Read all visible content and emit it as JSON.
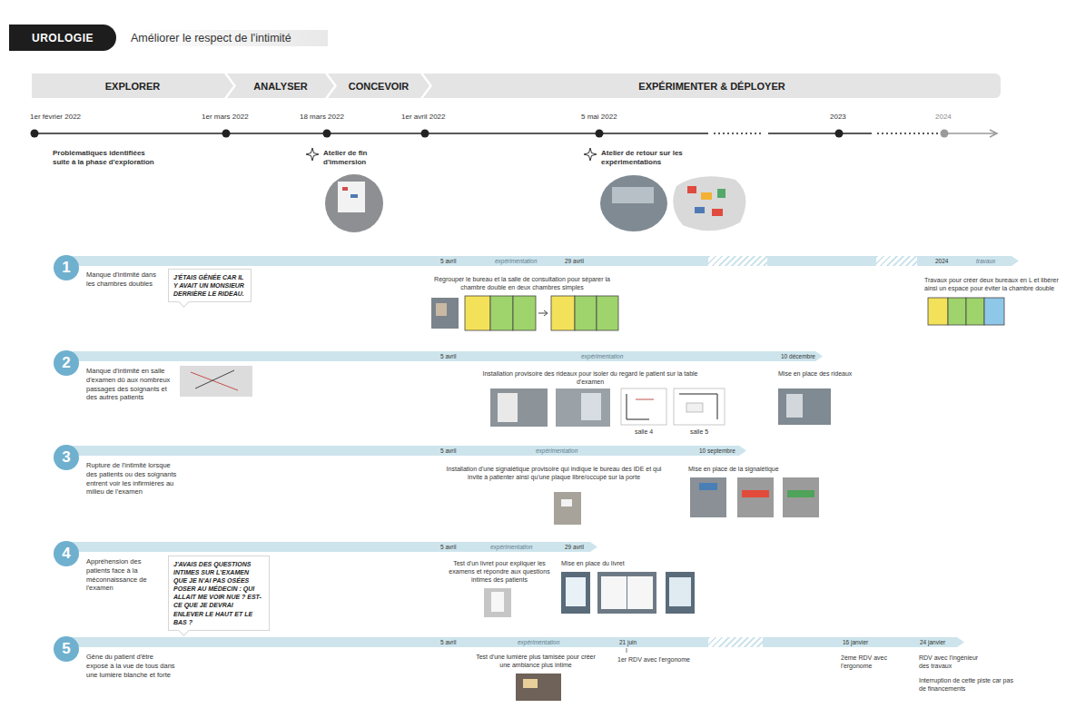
{
  "diagram": {
    "title": "Améliorer le respect de l'intimité",
    "nodes": [
      {
        "text": [
          "UROLOGIE"
        ]
      },
      {
        "text": [
          "EXPLORER"
        ]
      },
      {
        "text": [
          "ANALYSER"
        ]
      },
      {
        "text": [
          "CONCEVOIR"
        ]
      },
      {
        "text": [
          "EXPÉRIMENTER & DÉPLOYER"
        ]
      },
      {
        "text": [
          "1"
        ]
      },
      {
        "text": [
          "5 avril",
          "expérimentation",
          "29 avril",
          "2024",
          "travaux"
        ]
      },
      {
        "text": [
          "J'ÉTAIS GÊNÉE CAR IL Y AVAIT UN MONSIEUR DERRIÈRE LE RIDEAU."
        ]
      },
      {
        "text": [
          "2"
        ]
      },
      {
        "text": [
          "5 avril",
          "expérimentation",
          "10 décembre"
        ]
      },
      {
        "text": [
          "3"
        ]
      },
      {
        "text": [
          "5 avril",
          "expérimentation",
          "10 septembre"
        ]
      },
      {
        "text": [
          "4"
        ]
      },
      {
        "text": [
          "5 avril",
          "expérimentation",
          "29 avril"
        ]
      },
      {
        "text": [
          "J'AVAIS DES QUESTIONS INTIMES SUR L'EXAMEN QUE JE N'AI PAS OSÉES POSER AU MÉDECIN : QUI ALLAIT ME VOIR NUE ? EST-CE QUE JE DEVRAI ENLEVER LE HAUT ET LE BAS ?"
        ]
      },
      {
        "text": [
          "5"
        ]
      },
      {
        "text": [
          "5 avril",
          "expérimentation",
          "21 juin",
          "16 janvier",
          "24 janvier"
        ]
      }
    ],
    "labels": [
      "1er février 2022",
      "1er mars 2022",
      "18 mars 2022",
      "1er avril 2022",
      "5 mai 2022",
      "2023",
      "2024",
      "Problématiques identifiées suite à la phase d'exploration",
      "Atelier de fin d'immersion",
      "Atelier de retour sur les expérimentations",
      "Manque d'intimité dans les chambres doubles",
      "Regrouper le bureau et la salle de consultation pour séparer la chambre double en deux chambres simples",
      "Travaux pour créer deux bureaux en L et libérer ainsi un espace pour éviter la chambre double",
      "Manque d'intimité en salle d'examen dû aux nombreux passages des soignants et des autres patients",
      "Installation provisoire des rideaux pour isoler du regard le patient sur la table d'examen",
      "salle 4",
      "salle 5",
      "Mise en place des rideaux",
      "Rupture de l'intimité lorsque des patients ou des soignants entrent voir les infirmières au milieu de l'examen",
      "Installation d'une signalétique provisoire qui indique le bureau des IDE et qui invite à patienter ainsi qu'une plaque libre/occupé sur la porte",
      "Mise en place de la signalétique",
      "Appréhension des patients face à la méconnaissance de l'examen",
      "Test d'un livret pour expliquer les examens et répondre aux questions intimes des patients",
      "Mise en place du livret",
      "Gêne du patient d'être exposé à la vue de tous dans une lumière blanche et forte",
      "Test d'une lumière plus tamisée pour créer une ambiance plus intime",
      "1er RDV avec l'ergonome",
      "2ème RDV avec l'ergonome",
      "RDV avec l'ingénieur des travaux",
      "Interruption de cette piste car pas de financements"
    ]
  }
}
